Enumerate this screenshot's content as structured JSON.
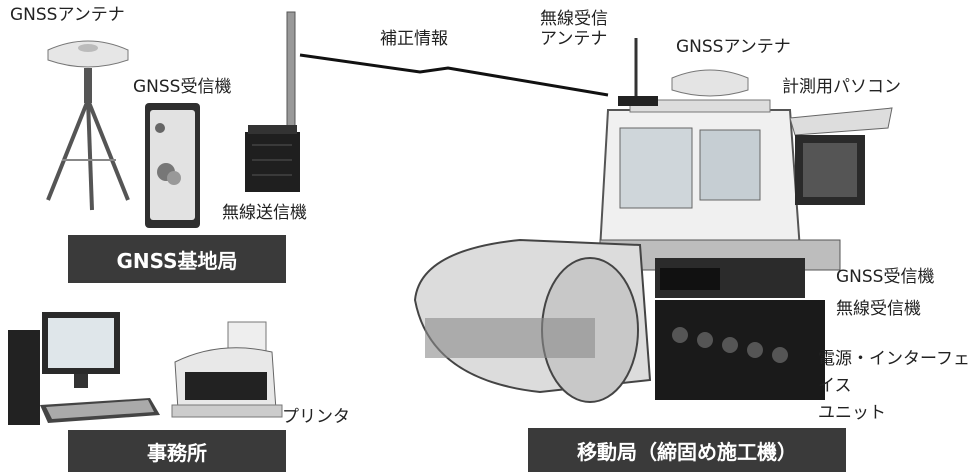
{
  "base_station": {
    "antenna_label": "GNSSアンテナ",
    "receiver_label": "GNSS受信機",
    "transmitter_label": "無線送信機",
    "title": "GNSS基地局"
  },
  "link": {
    "correction_label": "補正情報"
  },
  "office": {
    "printer_label": "プリンタ",
    "title": "事務所"
  },
  "mobile_station": {
    "radio_antenna_label": "無線受信\nアンテナ",
    "antenna_label": "GNSSアンテナ",
    "pc_label": "計測用パソコン",
    "receiver_label": "GNSS受信機",
    "radio_receiver_label": "無線受信機",
    "power_unit_label": "電源・インターフェイス\nユニット",
    "title": "移動局（締固め施工機）"
  }
}
